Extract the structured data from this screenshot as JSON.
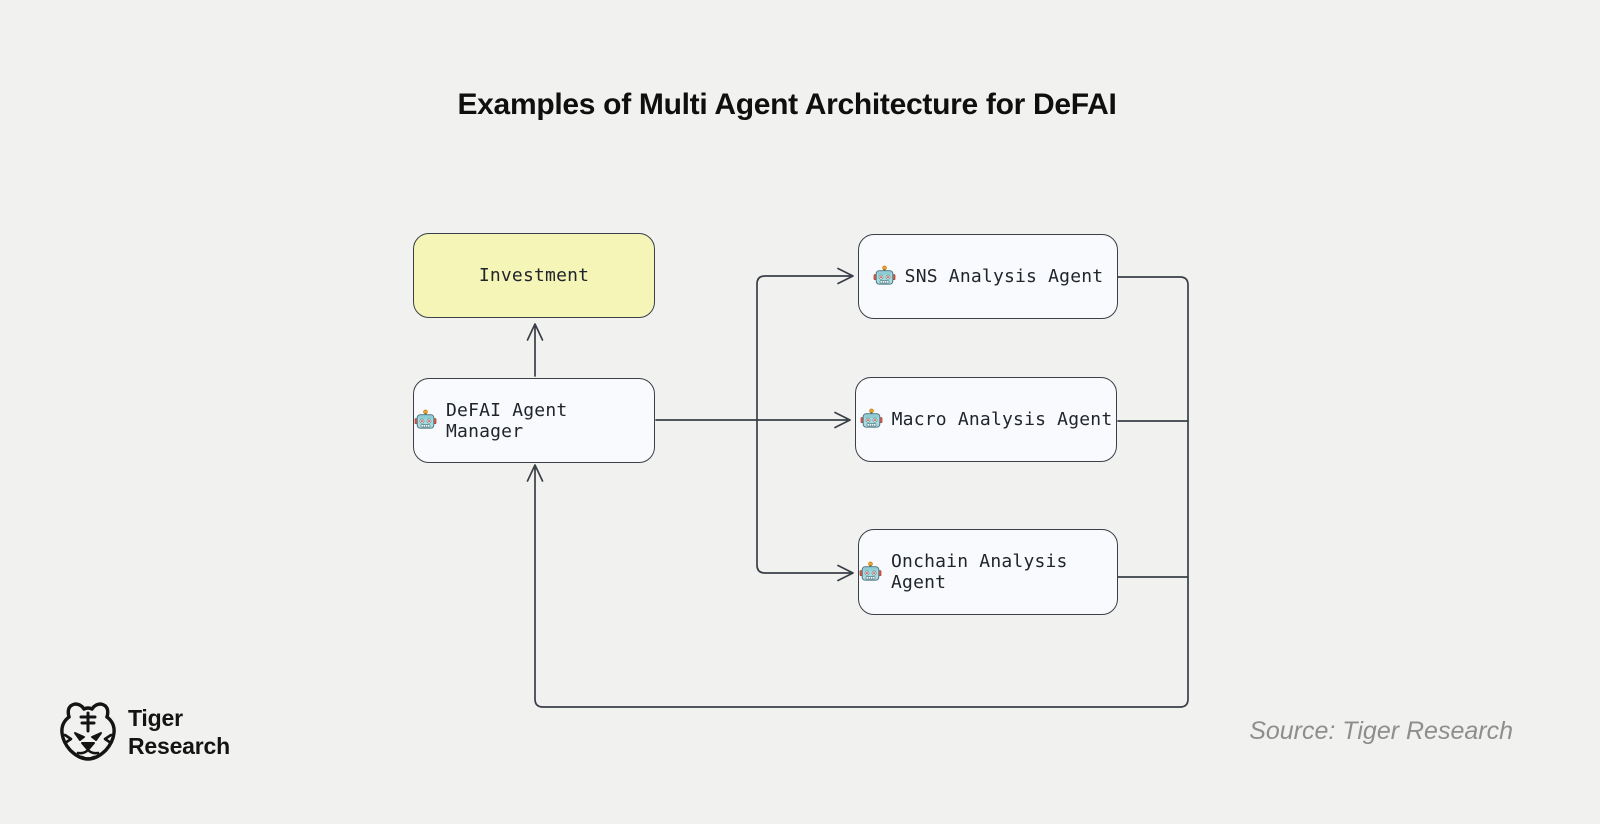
{
  "title": "Examples of Multi Agent Architecture for DeFAI",
  "diagram": {
    "nodes": [
      {
        "id": "investment",
        "label": "Investment",
        "kind": "outcome",
        "icon": null
      },
      {
        "id": "defai-agent-manager",
        "label": "DeFAI Agent Manager",
        "kind": "agent",
        "icon": "robot-icon"
      },
      {
        "id": "sns-analysis-agent",
        "label": "SNS Analysis Agent",
        "kind": "agent",
        "icon": "robot-icon"
      },
      {
        "id": "macro-analysis-agent",
        "label": "Macro Analysis Agent",
        "kind": "agent",
        "icon": "robot-icon"
      },
      {
        "id": "onchain-analysis-agent",
        "label": "Onchain Analysis Agent",
        "kind": "agent",
        "icon": "robot-icon"
      }
    ],
    "edges": [
      {
        "from": "defai-agent-manager",
        "to": "investment",
        "arrow": true
      },
      {
        "from": "defai-agent-manager",
        "to": "sns-analysis-agent",
        "arrow": true
      },
      {
        "from": "defai-agent-manager",
        "to": "macro-analysis-agent",
        "arrow": true
      },
      {
        "from": "defai-agent-manager",
        "to": "onchain-analysis-agent",
        "arrow": true
      },
      {
        "from": "sns-analysis-agent",
        "to": "defai-agent-manager",
        "via": "right-feedback-loop",
        "arrow": true
      },
      {
        "from": "macro-analysis-agent",
        "to": "defai-agent-manager",
        "via": "right-feedback-loop",
        "arrow": true
      },
      {
        "from": "onchain-analysis-agent",
        "to": "defai-agent-manager",
        "via": "right-feedback-loop",
        "arrow": true
      }
    ],
    "colors": {
      "background": "#f1f1ef",
      "node_fill": "#f9fafd",
      "highlight_fill": "#f5f5b8",
      "stroke": "#3a4047"
    }
  },
  "footer": {
    "logo": {
      "line1": "Tiger",
      "line2": "Research"
    },
    "source": "Source: Tiger Research"
  }
}
